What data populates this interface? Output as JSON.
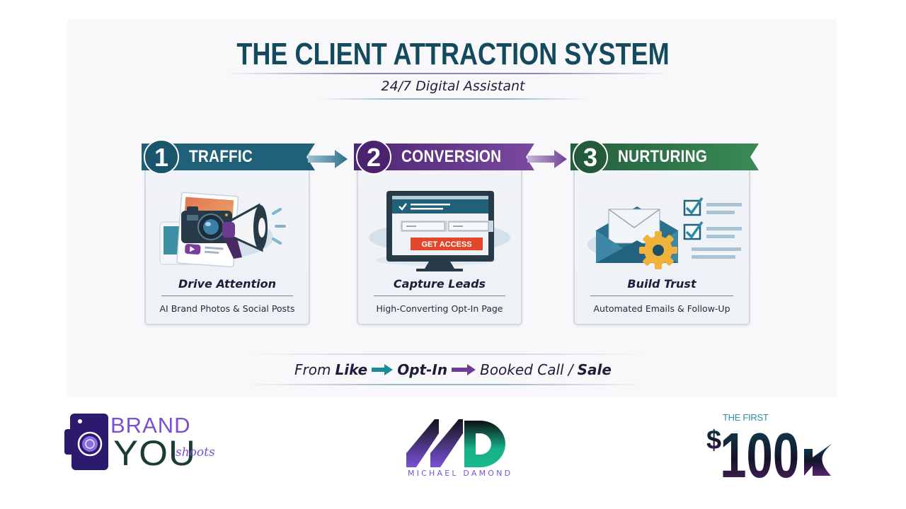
{
  "header": {
    "title": "THE CLIENT ATTRACTION SYSTEM",
    "subtitle": "24/7 Digital Assistant"
  },
  "steps": [
    {
      "number": "1",
      "label": "TRAFFIC",
      "color": "#1f6178",
      "icon": "camera-megaphone-icon",
      "heading": "Drive Attention",
      "description": "AI Brand Photos & Social Posts"
    },
    {
      "number": "2",
      "label": "CONVERSION",
      "color": "#5d2d86",
      "icon": "optin-monitor-icon",
      "heading": "Capture Leads",
      "description": "High-Converting Opt-In Page",
      "button_label": "GET ACCESS"
    },
    {
      "number": "3",
      "label": "NURTURING",
      "color": "#2e7a4a",
      "icon": "email-automation-icon",
      "heading": "Build Trust",
      "description": "Automated Emails & Follow-Up"
    }
  ],
  "tagline": {
    "prefix": "From",
    "step1": "Like",
    "step2": "Opt-In",
    "step3_regular": "Booked Call /",
    "step3_bold": "Sale",
    "arrow1_color": "#1d8a99",
    "arrow2_color": "#6b3f93"
  },
  "logos": {
    "brand_you": {
      "line1": "BRAND",
      "line2": "YOU",
      "accent": "shoots",
      "color": "#7a4fd6"
    },
    "michael_damond": {
      "monogram": "MD",
      "caption": "MICHAEL DAMOND"
    },
    "first_100k": {
      "small": "THE FIRST",
      "big": "$100K"
    }
  },
  "colors": {
    "title": "#134a5e",
    "traffic": "#1f6178",
    "conversion": "#5d2d86",
    "nurturing": "#2e7a4a",
    "cta": "#e2462b"
  }
}
